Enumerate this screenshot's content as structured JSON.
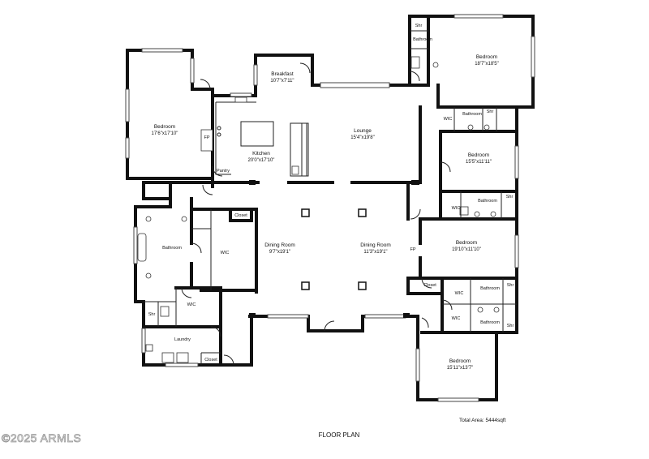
{
  "rooms": {
    "bedroom_nw": {
      "label": "Bedroom",
      "dims": "17'6\"x17'10\""
    },
    "breakfast": {
      "label": "Breakfast",
      "dims": "10'7\"x7'11\""
    },
    "kitchen": {
      "label": "Kitchen",
      "dims": "20'0\"x17'10\""
    },
    "pantry": {
      "label": "Pantry"
    },
    "fp_kitchen": {
      "label": "FP"
    },
    "lounge": {
      "label": "Lounge",
      "dims": "15'4\"x19'8\""
    },
    "bedroom_ne": {
      "label": "Bedroom",
      "dims": "18'7\"x18'5\""
    },
    "shr_ne": {
      "label": "Shr"
    },
    "bath_ne": {
      "label": "Bathroom"
    },
    "wic_e1": {
      "label": "WIC"
    },
    "bath_e1": {
      "label": "Bathroom"
    },
    "shr_e1": {
      "label": "Shr"
    },
    "bedroom_e1": {
      "label": "Bedroom",
      "dims": "15'5\"x11'11\""
    },
    "wic_e2": {
      "label": "WIC"
    },
    "bath_e2": {
      "label": "Bathroom"
    },
    "shr_e2": {
      "label": "Shr"
    },
    "bedroom_e2": {
      "label": "Bedroom",
      "dims": "19'10\"x11'10\""
    },
    "fp_dining": {
      "label": "FP"
    },
    "closet_e": {
      "label": "Closet"
    },
    "wic_e3": {
      "label": "WIC"
    },
    "bath_e3": {
      "label": "Bathroom"
    },
    "shr_e3": {
      "label": "Shr"
    },
    "wic_e4": {
      "label": "WIC"
    },
    "bath_e4": {
      "label": "Bathroom"
    },
    "shr_e4": {
      "label": "Shr"
    },
    "bedroom_se": {
      "label": "Bedroom",
      "dims": "15'11\"x13'7\""
    },
    "dining_w": {
      "label": "Dining Room",
      "dims": "9'7\"x19'1\""
    },
    "dining_e": {
      "label": "Dining Room",
      "dims": "11'3\"x19'1\""
    },
    "closet_w": {
      "label": "Closet"
    },
    "wic_w": {
      "label": "WIC"
    },
    "bath_w": {
      "label": "Bathroom"
    },
    "shr_w": {
      "label": "Shr"
    },
    "wic_sw": {
      "label": "WIC"
    },
    "laundry": {
      "label": "Laundry"
    },
    "closet_sw": {
      "label": "Closet"
    }
  },
  "footer": {
    "title": "FLOOR PLAN",
    "total_area": "Total Area: 5444sqft",
    "watermark": "©2025 ARMLS"
  }
}
